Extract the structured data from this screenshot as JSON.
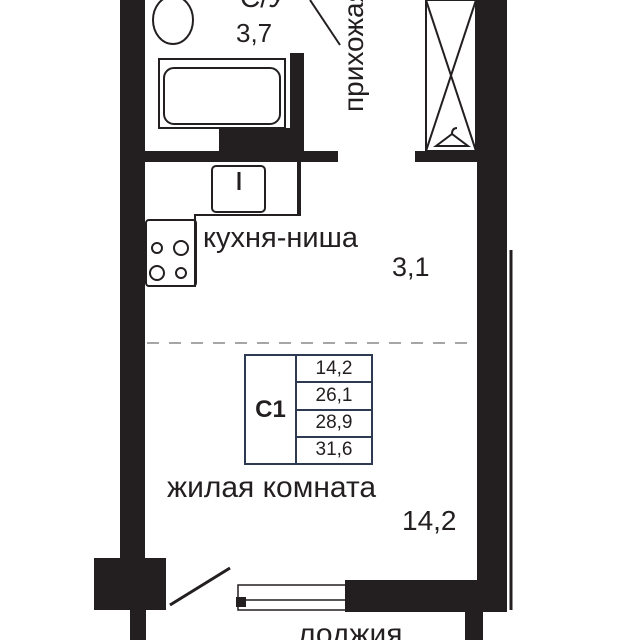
{
  "rooms": {
    "bathroom": {
      "name": "С/У",
      "area": "3,7"
    },
    "hallway": {
      "name": "прихожая"
    },
    "kitchen": {
      "name": "кухня-ниша",
      "area": "3,1"
    },
    "living": {
      "name": "жилая комната",
      "area": "14,2"
    },
    "loggia": {
      "name": "лоджия"
    }
  },
  "area_table": {
    "code": "С1",
    "values": [
      "14,2",
      "26,1",
      "28,9",
      "31,6"
    ]
  },
  "colors": {
    "wall": "#231f20",
    "table_border": "#2e3a52"
  }
}
